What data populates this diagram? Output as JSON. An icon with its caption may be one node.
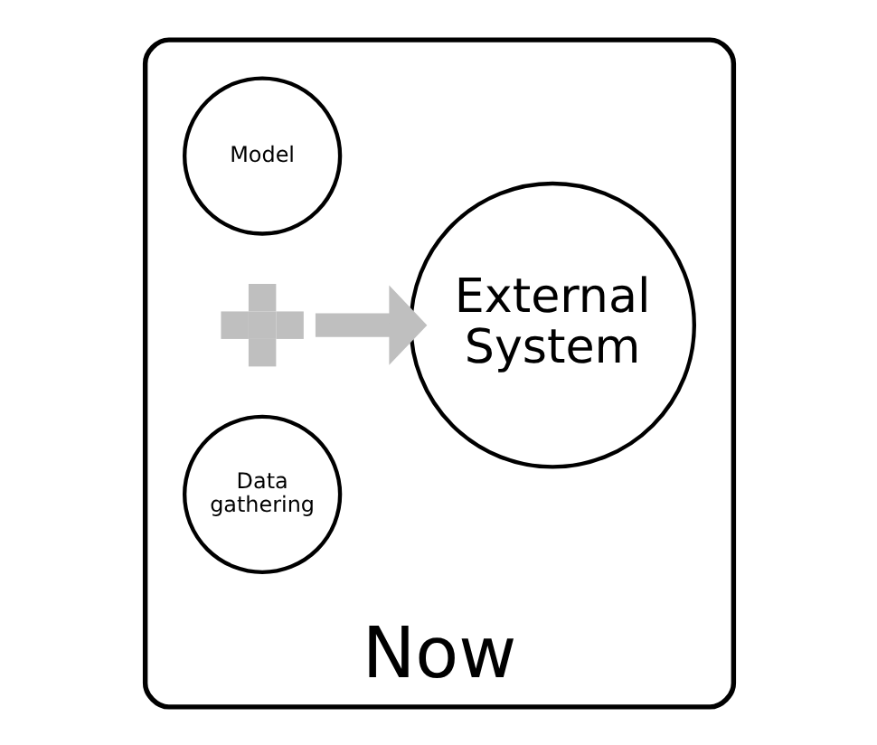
{
  "diagram": {
    "nodes": [
      {
        "text": [
          "Now"
        ]
      },
      {
        "text": [
          "Model"
        ],
        "in": 0
      },
      {
        "text": [],
        "shape": "plus",
        "in": 0
      },
      {
        "text": [
          "Data gathering"
        ],
        "in": 0
      },
      {
        "text": [
          "External System"
        ],
        "in": 0
      }
    ],
    "edges": [
      {
        "from": 2,
        "to": 4,
        "arrow": "to",
        "color": "#bfbfbf"
      }
    ]
  }
}
